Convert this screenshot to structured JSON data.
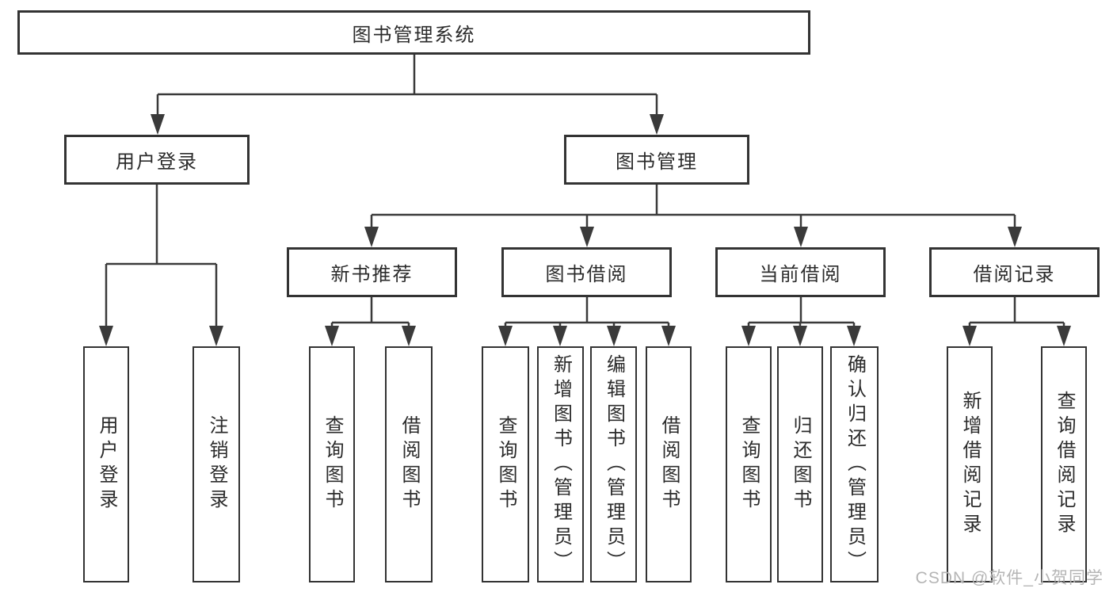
{
  "diagram": {
    "root": {
      "label": "图书管理系统"
    },
    "level2": [
      {
        "label": "用户登录",
        "children": [
          {
            "label": "用户登录"
          },
          {
            "label": "注销登录"
          }
        ]
      },
      {
        "label": "图书管理",
        "children": [
          {
            "label": "新书推荐",
            "children": [
              {
                "label": "查询图书"
              },
              {
                "label": "借阅图书"
              }
            ]
          },
          {
            "label": "图书借阅",
            "children": [
              {
                "label": "查询图书"
              },
              {
                "label": "新增图书（管理员）"
              },
              {
                "label": "编辑图书（管理员）"
              },
              {
                "label": "借阅图书"
              }
            ]
          },
          {
            "label": "当前借阅",
            "children": [
              {
                "label": "查询图书"
              },
              {
                "label": "归还图书"
              },
              {
                "label": "确认归还（管理员）"
              }
            ]
          },
          {
            "label": "借阅记录",
            "children": [
              {
                "label": "新增借阅记录"
              },
              {
                "label": "查询借阅记录"
              }
            ]
          }
        ]
      }
    ]
  },
  "watermark": {
    "text": "CSDN @软件_小贺同学"
  },
  "colors": {
    "line": "#3a3a3a",
    "box_border": "#333333",
    "text": "#2b2b2b",
    "watermark": "#b5b5b5",
    "background": "#ffffff"
  }
}
